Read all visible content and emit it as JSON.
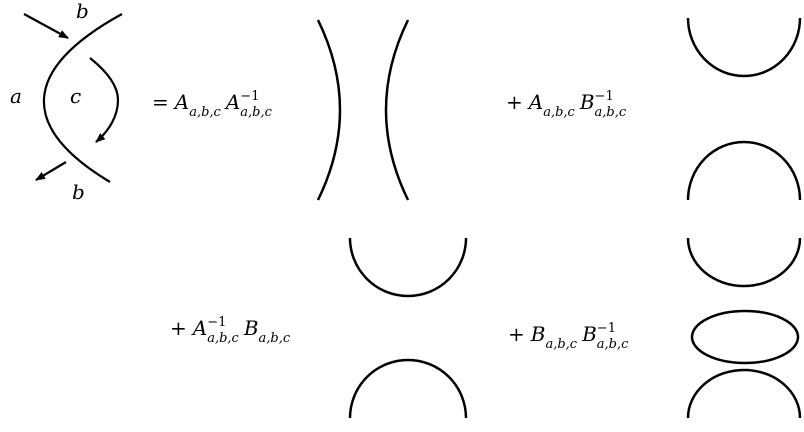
{
  "labels": {
    "a": "a",
    "b_top": "b",
    "b_bottom": "b",
    "c": "c"
  },
  "terms": {
    "t1": {
      "op": "=",
      "f1": "A",
      "f1_sub": "a,b,c",
      "f1_sup": "",
      "f2": "A",
      "f2_sub": "a,b,c",
      "f2_sup": "−1"
    },
    "t2": {
      "op": "+",
      "f1": "A",
      "f1_sub": "a,b,c",
      "f1_sup": "",
      "f2": "B",
      "f2_sub": "a,b,c",
      "f2_sup": "−1"
    },
    "t3": {
      "op": "+",
      "f1": "A",
      "f1_sub": "a,b,c",
      "f1_sup": "−1",
      "f2": "B",
      "f2_sub": "a,b,c",
      "f2_sup": ""
    },
    "t4": {
      "op": "+",
      "f1": "B",
      "f1_sub": "a,b,c",
      "f1_sup": "",
      "f2": "B",
      "f2_sub": "a,b,c",
      "f2_sup": "−1"
    }
  }
}
